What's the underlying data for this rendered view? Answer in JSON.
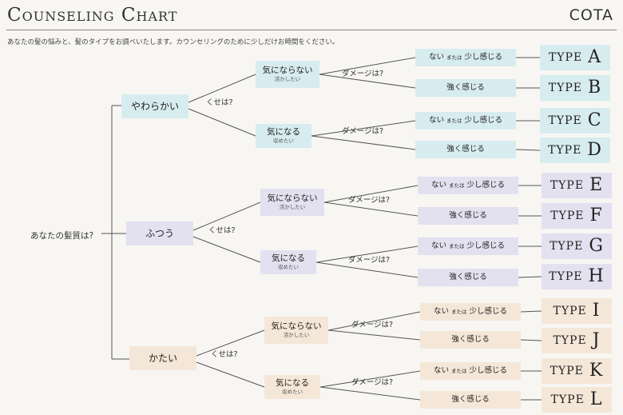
{
  "header": {
    "title": "Counseling Chart",
    "brand": "COTA",
    "intro": "あなたの髪の悩みと、髪のタイプをお調べいたします。カウンセリングのために少しだけお時間をください。"
  },
  "root": {
    "question": "あなたの髪質は?"
  },
  "labels": {
    "kuse": "くせは?",
    "damage": "ダメージは?",
    "no_damage_main": "ない",
    "no_damage_or": "または",
    "no_damage_tail": "少し感じる",
    "strong_damage": "強く感じる",
    "curly_main": "気にならない",
    "curly_sub": "活かしたい",
    "straight_main": "気になる",
    "straight_sub": "収めたい",
    "type_word": "TYPE"
  },
  "textures": [
    {
      "label": "やわらかい",
      "color": "#d7ecef",
      "types": [
        "A",
        "B",
        "C",
        "D"
      ]
    },
    {
      "label": "ふつう",
      "color": "#e3e0ef",
      "types": [
        "E",
        "F",
        "G",
        "H"
      ]
    },
    {
      "label": "かたい",
      "color": "#f5e7d8",
      "types": [
        "I",
        "J",
        "K",
        "L"
      ]
    }
  ],
  "colors": {
    "line": "#555555",
    "rule": "#8a8a8a"
  }
}
